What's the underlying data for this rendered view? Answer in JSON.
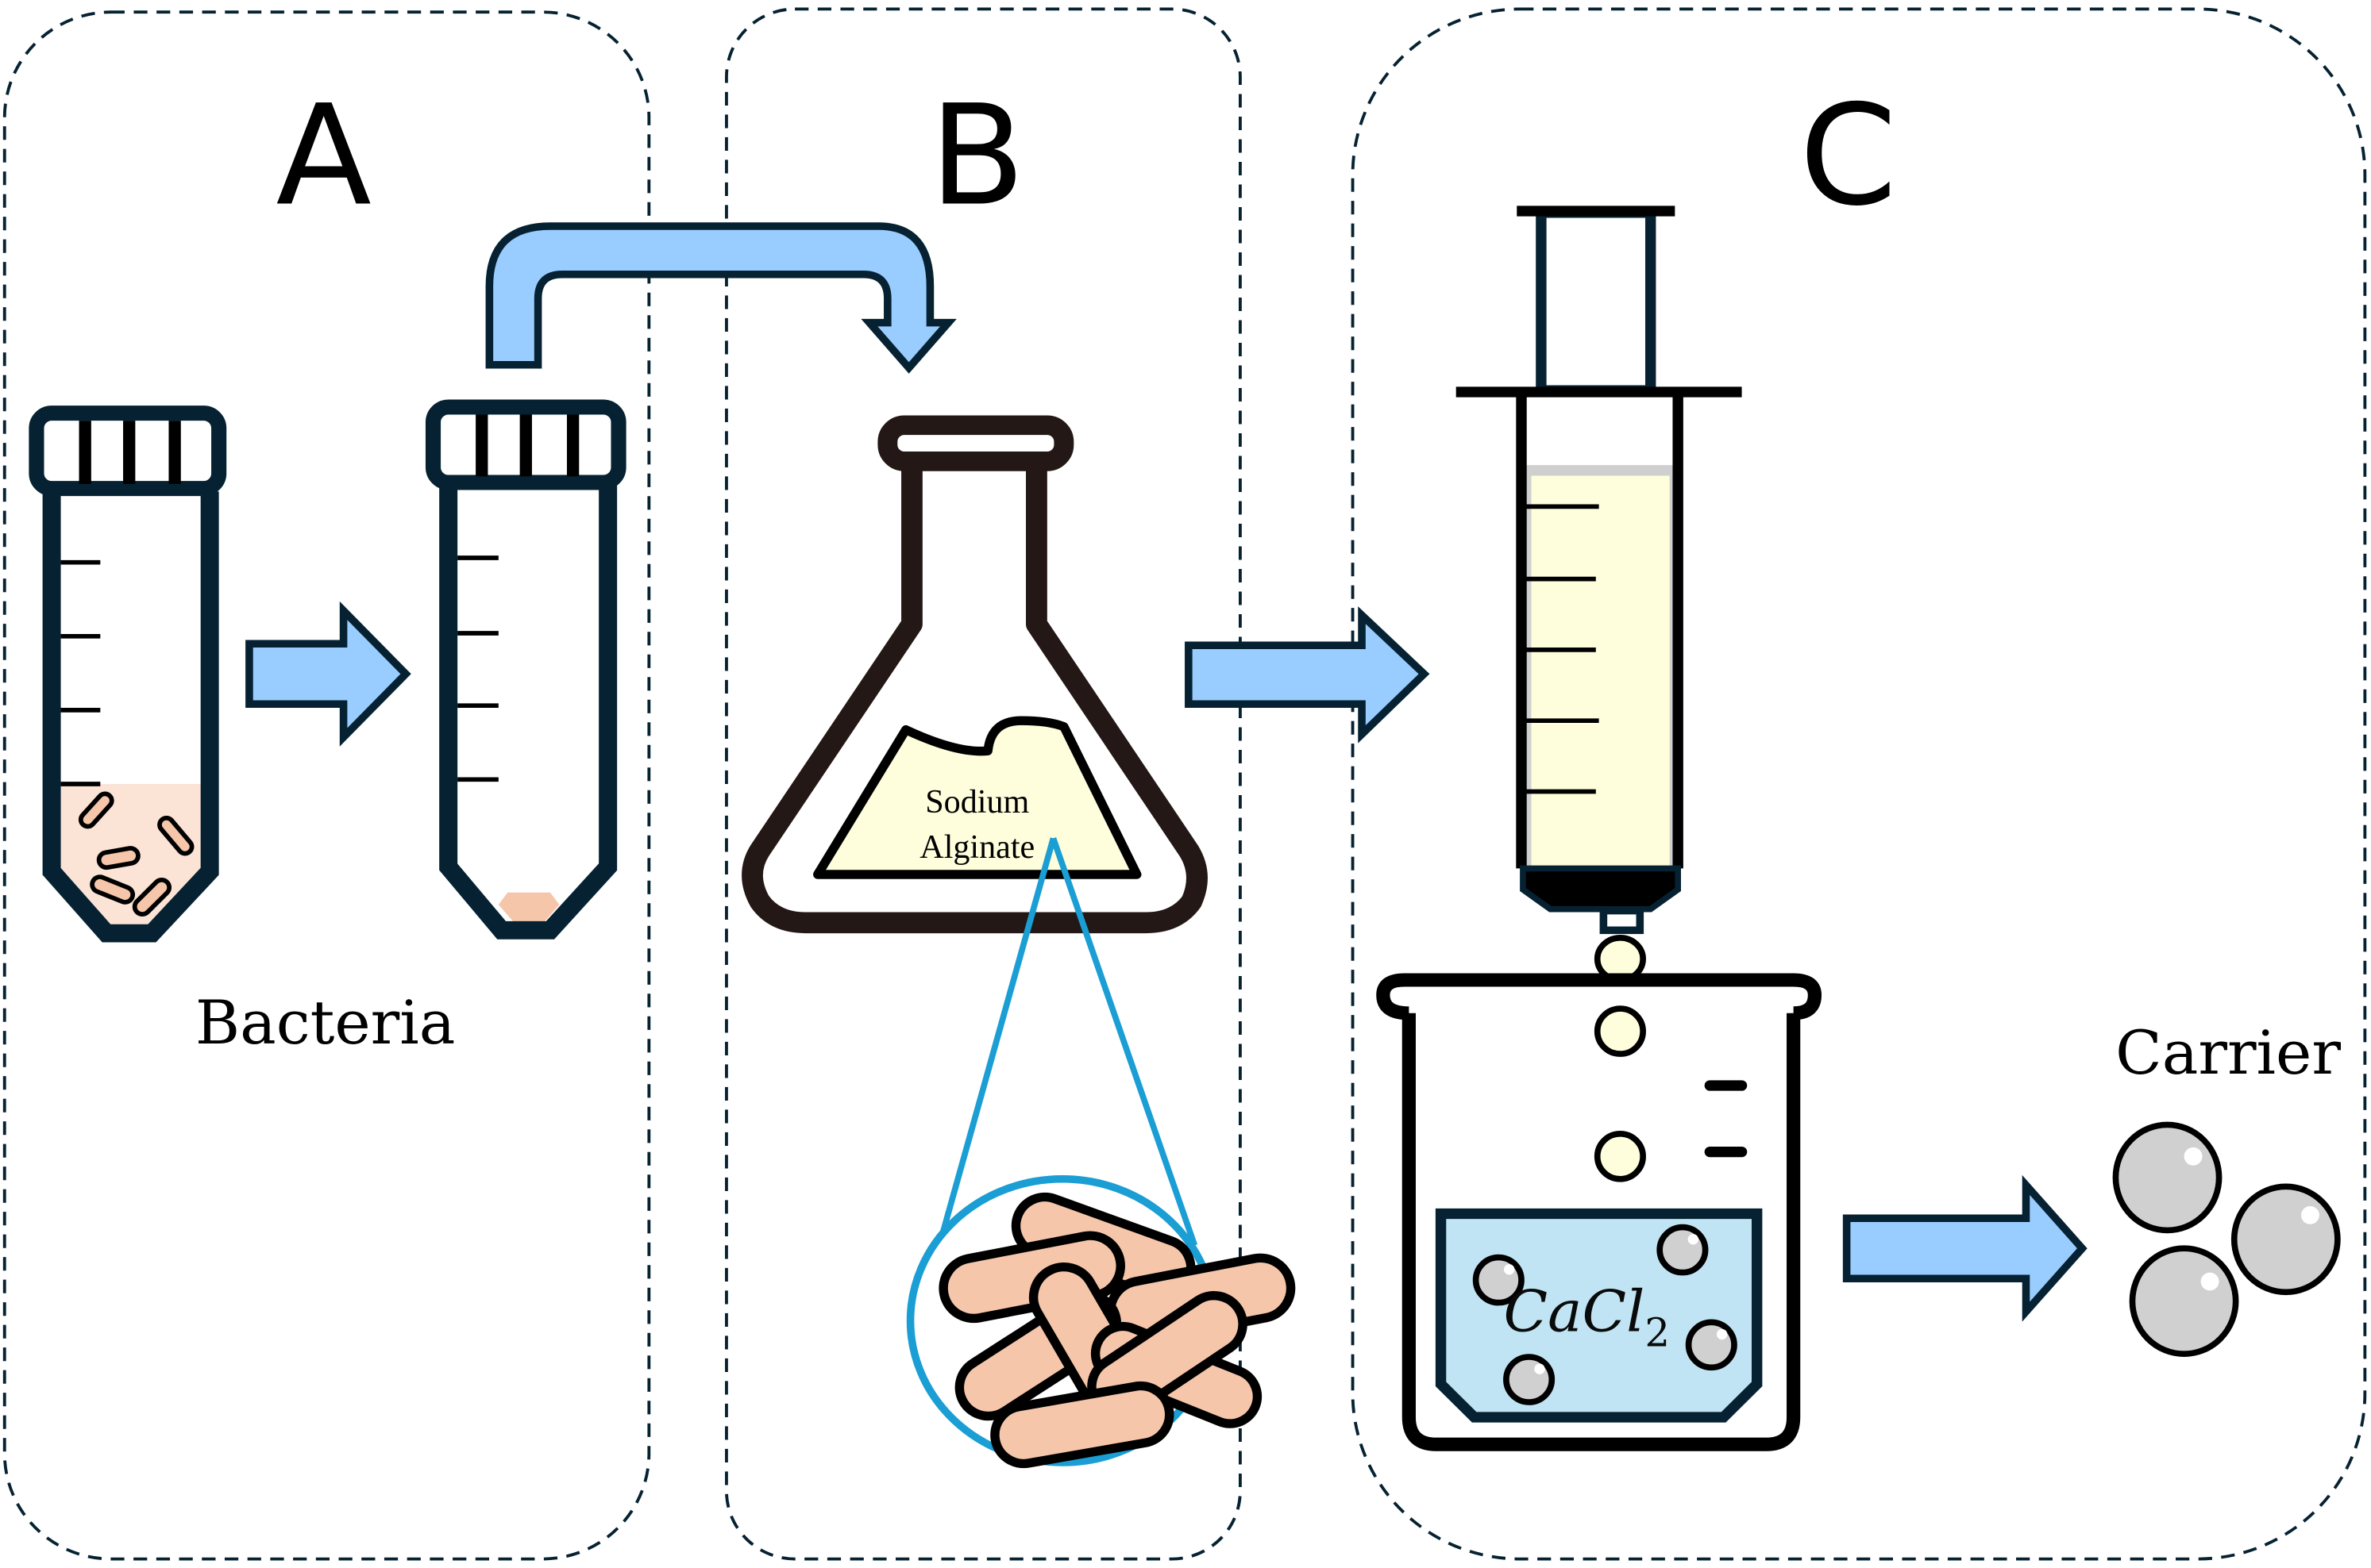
{
  "figure": {
    "panels": [
      {
        "id": "A",
        "letter": "A",
        "caption": "Bacteria"
      },
      {
        "id": "B",
        "letter": "B",
        "content_label_line1": "Sodium",
        "content_label_line2": "Alginate"
      },
      {
        "id": "C",
        "letter": "C",
        "solution_formula": "CaCl",
        "solution_subscript": "2",
        "result_label": "Carrier"
      }
    ],
    "colors": {
      "outline_dark": "#062232",
      "arrow_fill": "#99ccff",
      "bacteria_fill": "#f5c6aa",
      "culture_fill": "#fbe3d6",
      "alginate_fill": "#fefedc",
      "cacl2_fill": "#c0e4f4",
      "bead_fill": "#d0d0d0",
      "magnifier_blue": "#1a9ed4",
      "flask_outline": "#231815"
    }
  }
}
